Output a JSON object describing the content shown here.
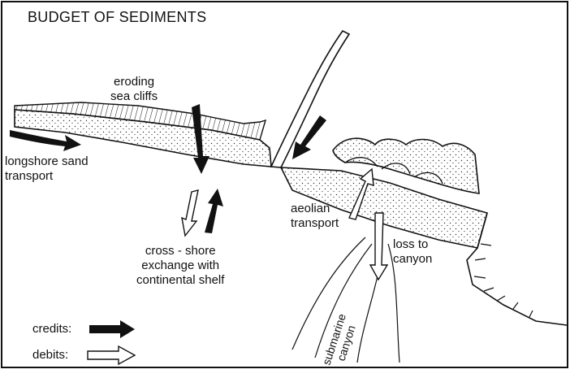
{
  "title": "BUDGET OF SEDIMENTS",
  "labels": {
    "eroding_cliffs": [
      "eroding",
      "sea cliffs"
    ],
    "longshore": [
      "longshore sand",
      "transport"
    ],
    "aeolian": [
      "aeolian",
      "transport"
    ],
    "cross_shore": [
      "cross - shore",
      "exchange with",
      "continental shelf"
    ],
    "loss_canyon": [
      "loss to",
      "canyon"
    ],
    "submarine": "submarine",
    "canyon": "canyon"
  },
  "legend": {
    "credits": "credits:",
    "debits": "debits:"
  },
  "colors": {
    "ink": "#111111",
    "sand_fill": "#e6e6e6",
    "background": "#ffffff"
  }
}
